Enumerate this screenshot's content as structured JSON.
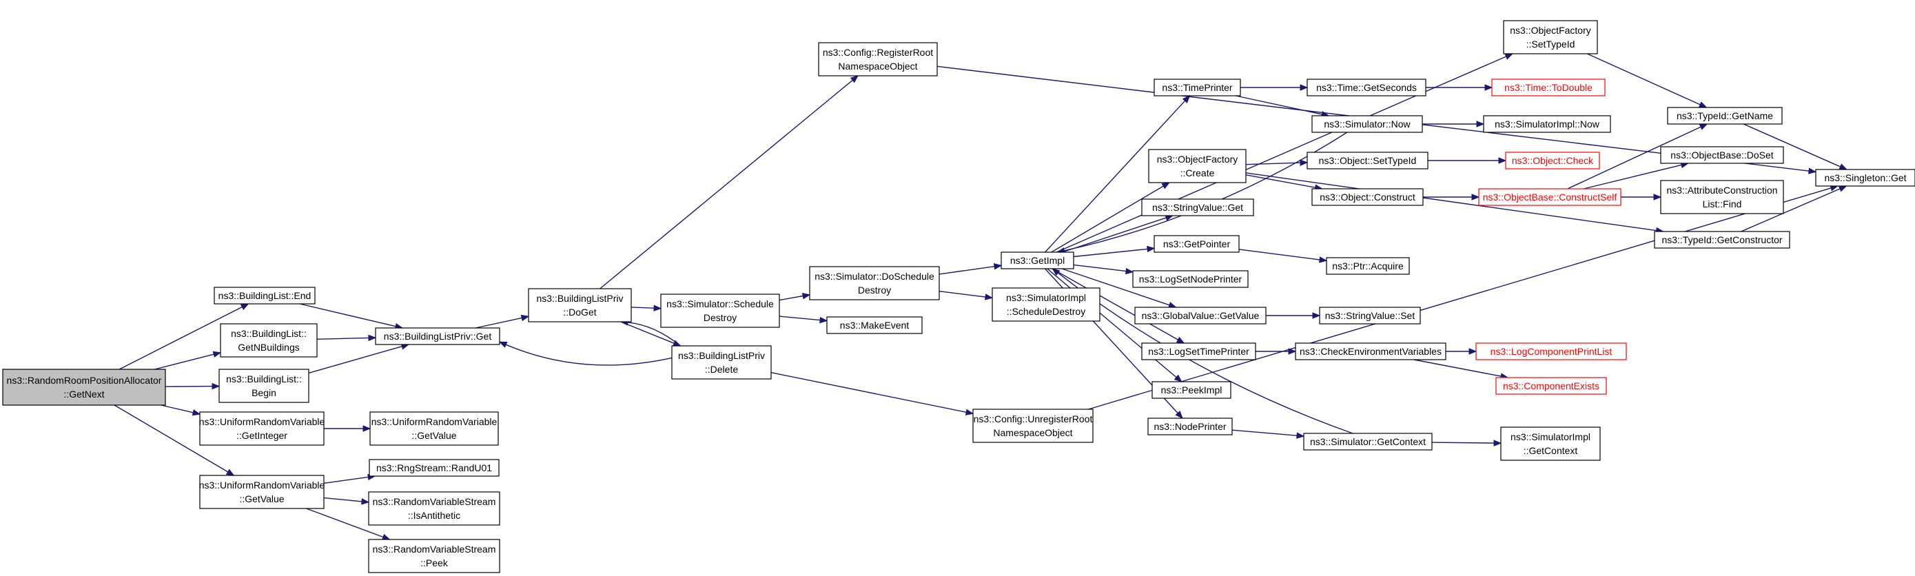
{
  "colors": {
    "edge": "#191970",
    "root_fill": "#bfbfbf",
    "node_border": "#000000",
    "truncated_border": "#ff0000"
  },
  "nodes": [
    {
      "id": "n01",
      "name": "node-random-room-get-next",
      "lines": [
        "ns3::RandomRoomPositionAllocator",
        "::GetNext"
      ],
      "root": true
    },
    {
      "id": "n02",
      "name": "node-building-list-end",
      "lines": [
        "ns3::BuildingList::End"
      ]
    },
    {
      "id": "n03",
      "name": "node-building-list-get-n-buildings",
      "lines": [
        "ns3::BuildingList::",
        "GetNBuildings"
      ]
    },
    {
      "id": "n04",
      "name": "node-building-list-begin",
      "lines": [
        "ns3::BuildingList::",
        "Begin"
      ]
    },
    {
      "id": "n05",
      "name": "node-uniform-rv-get-integer",
      "lines": [
        "ns3::UniformRandomVariable",
        "::GetInteger"
      ]
    },
    {
      "id": "n06",
      "name": "node-uniform-rv-get-value-a",
      "lines": [
        "ns3::UniformRandomVariable",
        "::GetValue"
      ]
    },
    {
      "id": "n07",
      "name": "node-building-list-priv-get",
      "lines": [
        "ns3::BuildingListPriv::Get"
      ]
    },
    {
      "id": "n08",
      "name": "node-uniform-rv-get-value-b",
      "lines": [
        "ns3::UniformRandomVariable",
        "::GetValue"
      ]
    },
    {
      "id": "n09",
      "name": "node-rng-stream-rand-u01",
      "lines": [
        "ns3::RngStream::RandU01"
      ]
    },
    {
      "id": "n10",
      "name": "node-random-variable-stream-is-antithetic",
      "lines": [
        "ns3::RandomVariableStream",
        "::IsAntithetic"
      ]
    },
    {
      "id": "n11",
      "name": "node-random-variable-stream-peek",
      "lines": [
        "ns3::RandomVariableStream",
        "::Peek"
      ]
    },
    {
      "id": "n12",
      "name": "node-building-list-priv-do-get",
      "lines": [
        "ns3::BuildingListPriv",
        "::DoGet"
      ]
    },
    {
      "id": "n13",
      "name": "node-config-register-root-namespace-object",
      "lines": [
        "ns3::Config::RegisterRoot",
        "NamespaceObject"
      ]
    },
    {
      "id": "n14",
      "name": "node-simulator-schedule-destroy",
      "lines": [
        "ns3::Simulator::Schedule",
        "Destroy"
      ]
    },
    {
      "id": "n15",
      "name": "node-building-list-priv-delete",
      "lines": [
        "ns3::BuildingListPriv",
        "::Delete"
      ]
    },
    {
      "id": "n16",
      "name": "node-simulator-do-schedule-destroy",
      "lines": [
        "ns3::Simulator::DoSchedule",
        "Destroy"
      ]
    },
    {
      "id": "n17",
      "name": "node-make-event",
      "lines": [
        "ns3::MakeEvent"
      ]
    },
    {
      "id": "n18",
      "name": "node-config-unregister-root-namespace-object",
      "lines": [
        "ns3::Config::UnregisterRoot",
        "NamespaceObject"
      ]
    },
    {
      "id": "n19",
      "name": "node-get-impl",
      "lines": [
        "ns3::GetImpl"
      ]
    },
    {
      "id": "n20",
      "name": "node-simulator-impl-schedule-destroy",
      "lines": [
        "ns3::SimulatorImpl",
        "::ScheduleDestroy"
      ]
    },
    {
      "id": "n21",
      "name": "node-time-printer",
      "lines": [
        "ns3::TimePrinter"
      ]
    },
    {
      "id": "n22",
      "name": "node-object-factory-create",
      "lines": [
        "ns3::ObjectFactory",
        "::Create"
      ]
    },
    {
      "id": "n23",
      "name": "node-string-value-get",
      "lines": [
        "ns3::StringValue::Get"
      ]
    },
    {
      "id": "n24",
      "name": "node-get-pointer",
      "lines": [
        "ns3::GetPointer"
      ]
    },
    {
      "id": "n25",
      "name": "node-log-set-node-printer",
      "lines": [
        "ns3::LogSetNodePrinter"
      ]
    },
    {
      "id": "n26",
      "name": "node-global-value-get-value",
      "lines": [
        "ns3::GlobalValue::GetValue"
      ]
    },
    {
      "id": "n27",
      "name": "node-log-set-time-printer",
      "lines": [
        "ns3::LogSetTimePrinter"
      ]
    },
    {
      "id": "n28",
      "name": "node-peek-impl",
      "lines": [
        "ns3::PeekImpl"
      ]
    },
    {
      "id": "n29",
      "name": "node-node-printer",
      "lines": [
        "ns3::NodePrinter"
      ]
    },
    {
      "id": "n30",
      "name": "node-time-get-seconds",
      "lines": [
        "ns3::Time::GetSeconds"
      ]
    },
    {
      "id": "n31",
      "name": "node-simulator-now",
      "lines": [
        "ns3::Simulator::Now"
      ]
    },
    {
      "id": "n32",
      "name": "node-object-set-type-id",
      "lines": [
        "ns3::Object::SetTypeId"
      ]
    },
    {
      "id": "n33",
      "name": "node-object-construct",
      "lines": [
        "ns3::Object::Construct"
      ]
    },
    {
      "id": "n34",
      "name": "node-ptr-acquire",
      "lines": [
        "ns3::Ptr::Acquire"
      ]
    },
    {
      "id": "n35",
      "name": "node-string-value-set",
      "lines": [
        "ns3::StringValue::Set"
      ]
    },
    {
      "id": "n36",
      "name": "node-check-environment-variables",
      "lines": [
        "ns3::CheckEnvironmentVariables"
      ]
    },
    {
      "id": "n37",
      "name": "node-simulator-get-context",
      "lines": [
        "ns3::Simulator::GetContext"
      ]
    },
    {
      "id": "n38",
      "name": "node-object-factory-set-type-id",
      "lines": [
        "ns3::ObjectFactory",
        "::SetTypeId"
      ]
    },
    {
      "id": "n39",
      "name": "node-time-to-double",
      "lines": [
        "ns3::Time::ToDouble"
      ],
      "truncated": true
    },
    {
      "id": "n40",
      "name": "node-simulator-impl-now",
      "lines": [
        "ns3::SimulatorImpl::Now"
      ]
    },
    {
      "id": "n41",
      "name": "node-object-check",
      "lines": [
        "ns3::Object::Check"
      ],
      "truncated": true
    },
    {
      "id": "n42",
      "name": "node-object-base-construct-self",
      "lines": [
        "ns3::ObjectBase::ConstructSelf"
      ],
      "truncated": true
    },
    {
      "id": "n43",
      "name": "node-log-component-print-list",
      "lines": [
        "ns3::LogComponentPrintList"
      ],
      "truncated": true
    },
    {
      "id": "n44",
      "name": "node-component-exists",
      "lines": [
        "ns3::ComponentExists"
      ],
      "truncated": true
    },
    {
      "id": "n45",
      "name": "node-simulator-impl-get-context",
      "lines": [
        "ns3::SimulatorImpl",
        "::GetContext"
      ]
    },
    {
      "id": "n46",
      "name": "node-type-id-get-name",
      "lines": [
        "ns3::TypeId::GetName"
      ]
    },
    {
      "id": "n47",
      "name": "node-object-base-do-set",
      "lines": [
        "ns3::ObjectBase::DoSet"
      ]
    },
    {
      "id": "n48",
      "name": "node-attribute-construction-list-find",
      "lines": [
        "ns3::AttributeConstruction",
        "List::Find"
      ]
    },
    {
      "id": "n49",
      "name": "node-type-id-get-constructor",
      "lines": [
        "ns3::TypeId::GetConstructor"
      ]
    },
    {
      "id": "n50",
      "name": "node-singleton-get",
      "lines": [
        "ns3::Singleton::Get"
      ]
    }
  ],
  "edges": [
    [
      "n01",
      "n02"
    ],
    [
      "n01",
      "n03"
    ],
    [
      "n01",
      "n04"
    ],
    [
      "n01",
      "n05"
    ],
    [
      "n01",
      "n06"
    ],
    [
      "n02",
      "n07"
    ],
    [
      "n03",
      "n07"
    ],
    [
      "n04",
      "n07"
    ],
    [
      "n05",
      "n08"
    ],
    [
      "n06",
      "n09"
    ],
    [
      "n06",
      "n10"
    ],
    [
      "n06",
      "n11"
    ],
    [
      "n07",
      "n12"
    ],
    [
      "n12",
      "n13"
    ],
    [
      "n12",
      "n14"
    ],
    [
      "n12",
      "n15"
    ],
    [
      "n15",
      "n12"
    ],
    [
      "n15",
      "n07"
    ],
    [
      "n15",
      "n18"
    ],
    [
      "n14",
      "n16"
    ],
    [
      "n14",
      "n17"
    ],
    [
      "n16",
      "n19"
    ],
    [
      "n16",
      "n20"
    ],
    [
      "n13",
      "n50"
    ],
    [
      "n18",
      "n50"
    ],
    [
      "n19",
      "n21"
    ],
    [
      "n19",
      "n22"
    ],
    [
      "n19",
      "n23"
    ],
    [
      "n19",
      "n24"
    ],
    [
      "n19",
      "n25"
    ],
    [
      "n19",
      "n26"
    ],
    [
      "n19",
      "n27"
    ],
    [
      "n19",
      "n28"
    ],
    [
      "n19",
      "n29"
    ],
    [
      "n19",
      "n38"
    ],
    [
      "n21",
      "n30"
    ],
    [
      "n21",
      "n31"
    ],
    [
      "n31",
      "n19"
    ],
    [
      "n31",
      "n40"
    ],
    [
      "n30",
      "n39"
    ],
    [
      "n22",
      "n32"
    ],
    [
      "n22",
      "n33"
    ],
    [
      "n22",
      "n49"
    ],
    [
      "n32",
      "n41"
    ],
    [
      "n33",
      "n42"
    ],
    [
      "n42",
      "n46"
    ],
    [
      "n42",
      "n47"
    ],
    [
      "n42",
      "n48"
    ],
    [
      "n24",
      "n34"
    ],
    [
      "n26",
      "n35"
    ],
    [
      "n27",
      "n36"
    ],
    [
      "n36",
      "n43"
    ],
    [
      "n36",
      "n44"
    ],
    [
      "n29",
      "n37"
    ],
    [
      "n37",
      "n19"
    ],
    [
      "n37",
      "n45"
    ],
    [
      "n38",
      "n46"
    ],
    [
      "n46",
      "n50"
    ],
    [
      "n49",
      "n50"
    ]
  ]
}
